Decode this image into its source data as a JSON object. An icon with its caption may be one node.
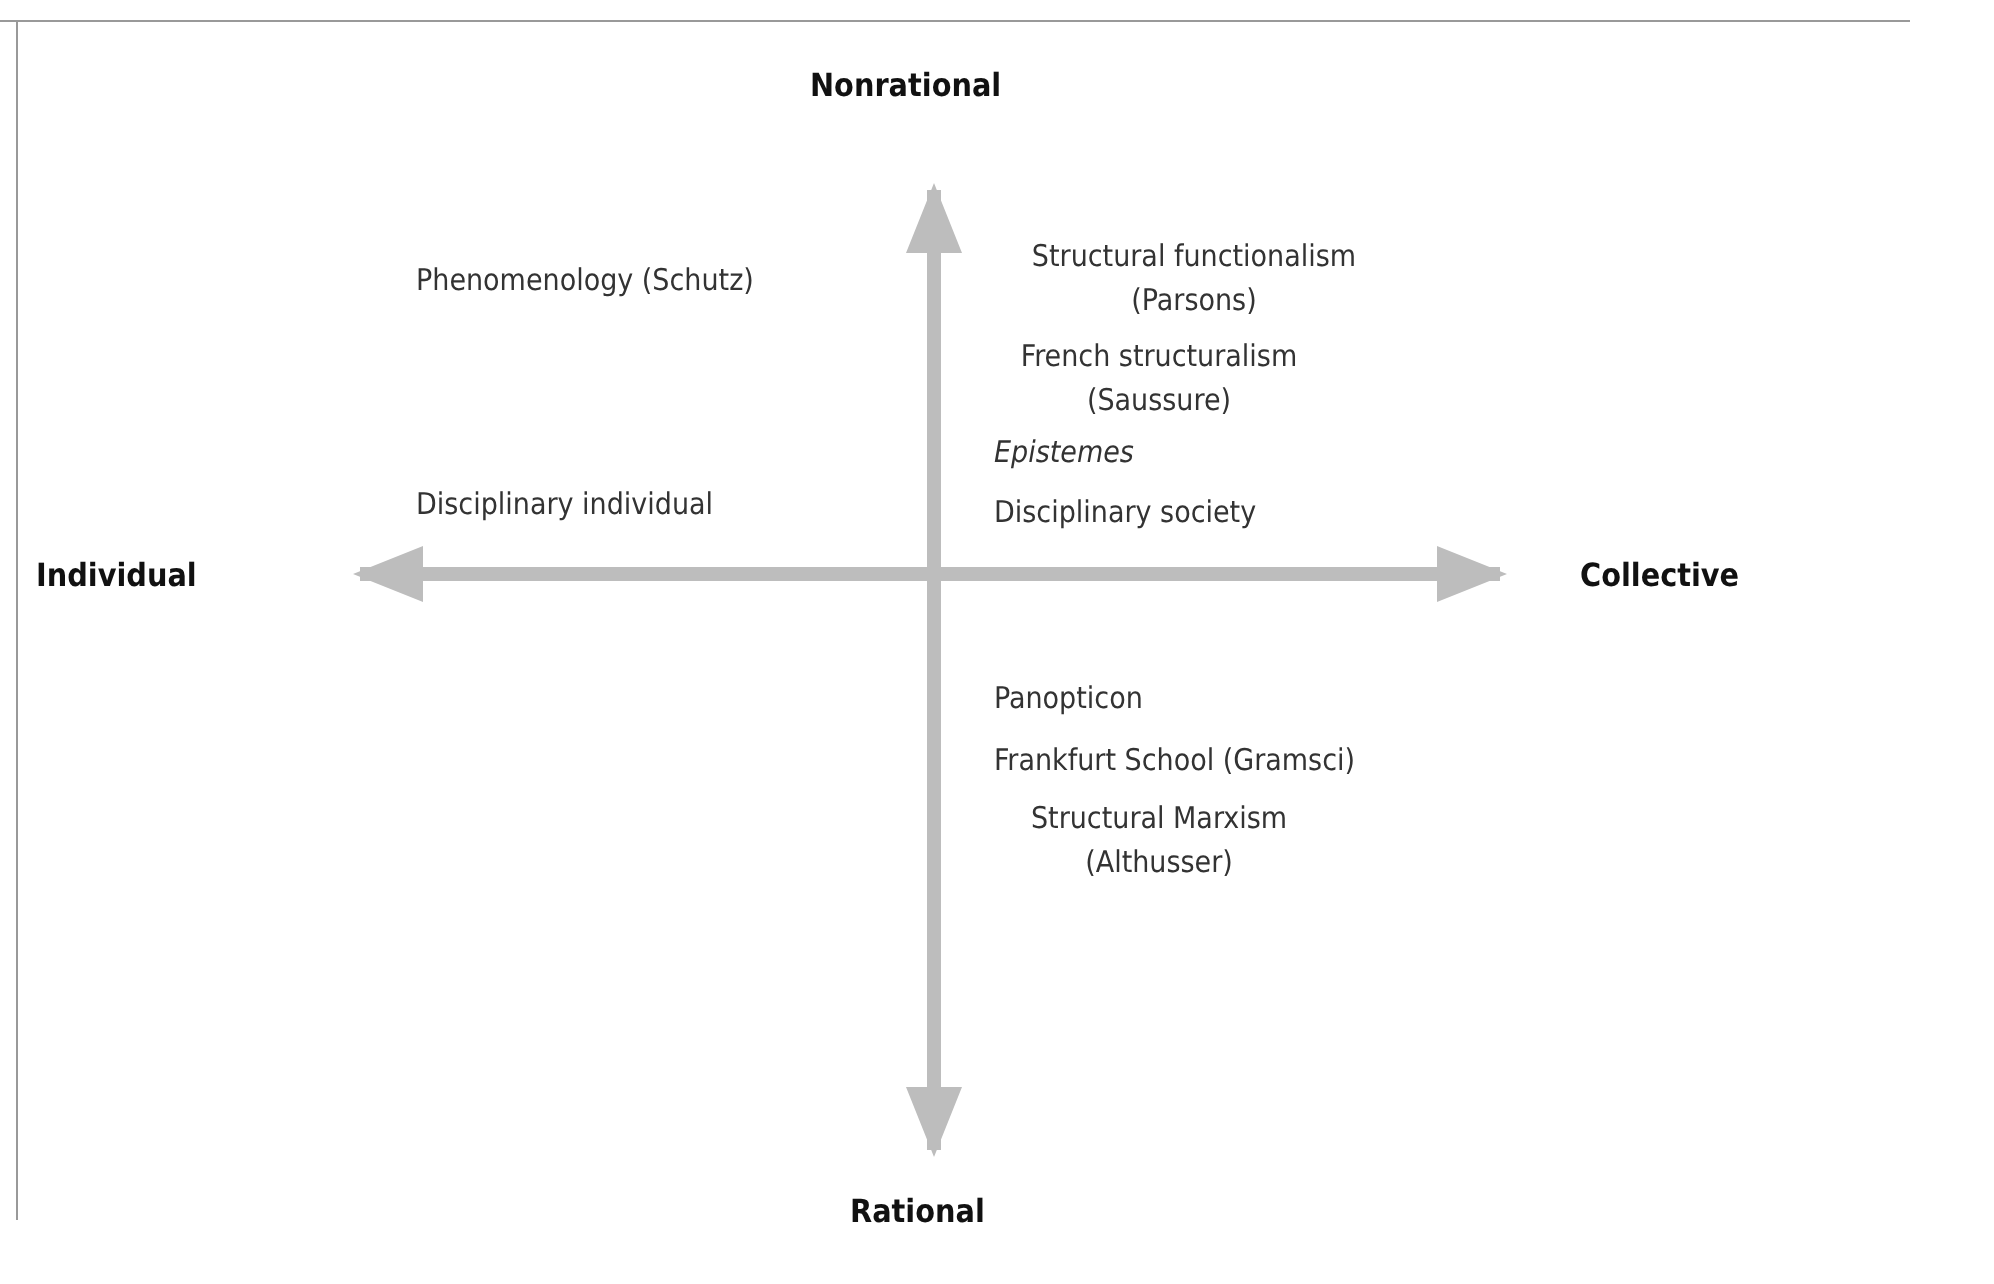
{
  "diagram": {
    "labels": [
      "Nonrational",
      "Structural functionalism (Parsons)",
      "Phenomenology (Schutz)",
      "French structuralism (Saussure)",
      "Epistemes",
      "Disciplinary individual",
      "Disciplinary society",
      "Individual",
      "Collective",
      "Panopticon",
      "Frankfurt School (Gramsci)",
      "Structural Marxism (Althusser)",
      "Rational"
    ]
  }
}
